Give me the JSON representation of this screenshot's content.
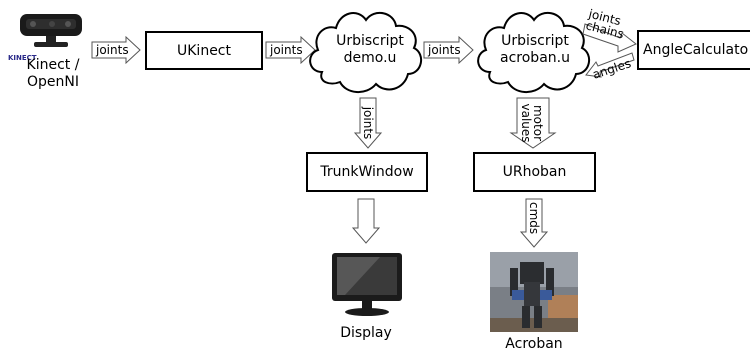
{
  "nodes": {
    "kinect": {
      "label_line1": "Kinect /",
      "label_line2": "OpenNI",
      "logo_text": "KINECT"
    },
    "ukinect": {
      "label": "UKinect"
    },
    "demo": {
      "line1": "Urbiscript",
      "line2": "demo.u"
    },
    "acroban_script": {
      "line1": "Urbiscript",
      "line2": "acroban.u"
    },
    "angle": {
      "label": "AngleCalculato"
    },
    "trunk": {
      "label": "TrunkWindow"
    },
    "urhoban": {
      "label": "URhoban"
    },
    "display": {
      "label": "Display"
    },
    "acroban": {
      "label": "Acroban"
    }
  },
  "edges": {
    "kinect_ukinect": "joints",
    "ukinect_demo": "joints",
    "demo_acroban": "joints",
    "demo_trunk": "joints",
    "acroban_angle_line1": "joints",
    "acroban_angle_line2": "chains",
    "angle_acroban": "angles",
    "acroban_urhoban_line1": "motor",
    "acroban_urhoban_line2": "values",
    "urhoban_acroban": "cmds"
  },
  "colors": {
    "stroke": "#000000",
    "arrow_fill": "#ffffff"
  }
}
